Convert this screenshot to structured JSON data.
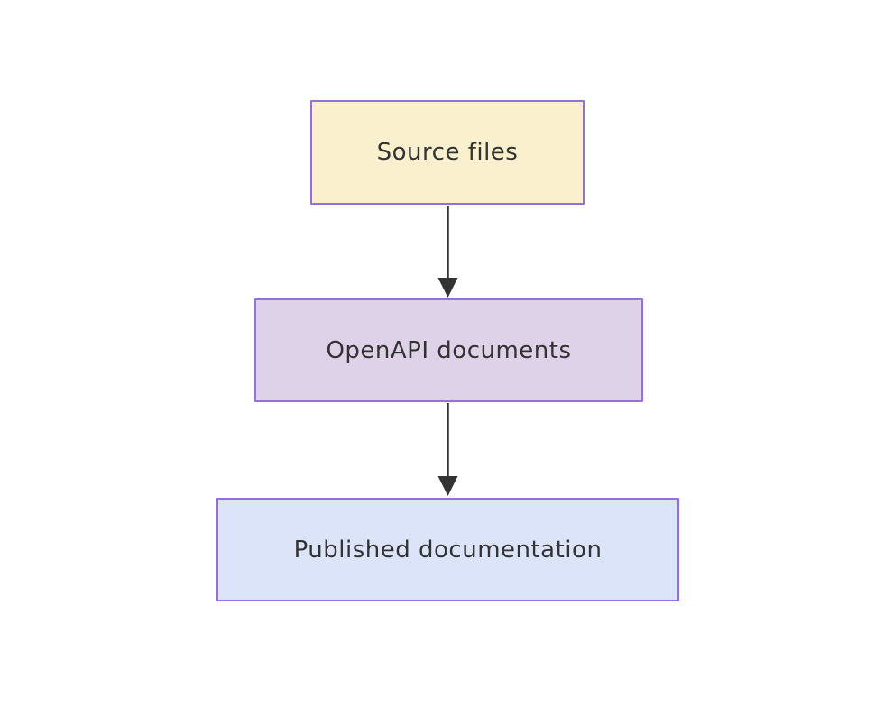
{
  "diagram": {
    "type": "flowchart",
    "direction": "top-down",
    "background_color": "#ffffff",
    "node_border_color": "#9370db",
    "text_color": "#333333",
    "arrow_color": "#333333",
    "nodes": [
      {
        "id": "source",
        "label": "Source files",
        "fill": "#faf0ce"
      },
      {
        "id": "openapi",
        "label": "OpenAPI documents",
        "fill": "#ded2e9"
      },
      {
        "id": "published",
        "label": "Published documentation",
        "fill": "#dbe4f8"
      }
    ],
    "edges": [
      {
        "from": "source",
        "to": "openapi",
        "style": "solid-arrow"
      },
      {
        "from": "openapi",
        "to": "published",
        "style": "solid-arrow"
      }
    ]
  }
}
